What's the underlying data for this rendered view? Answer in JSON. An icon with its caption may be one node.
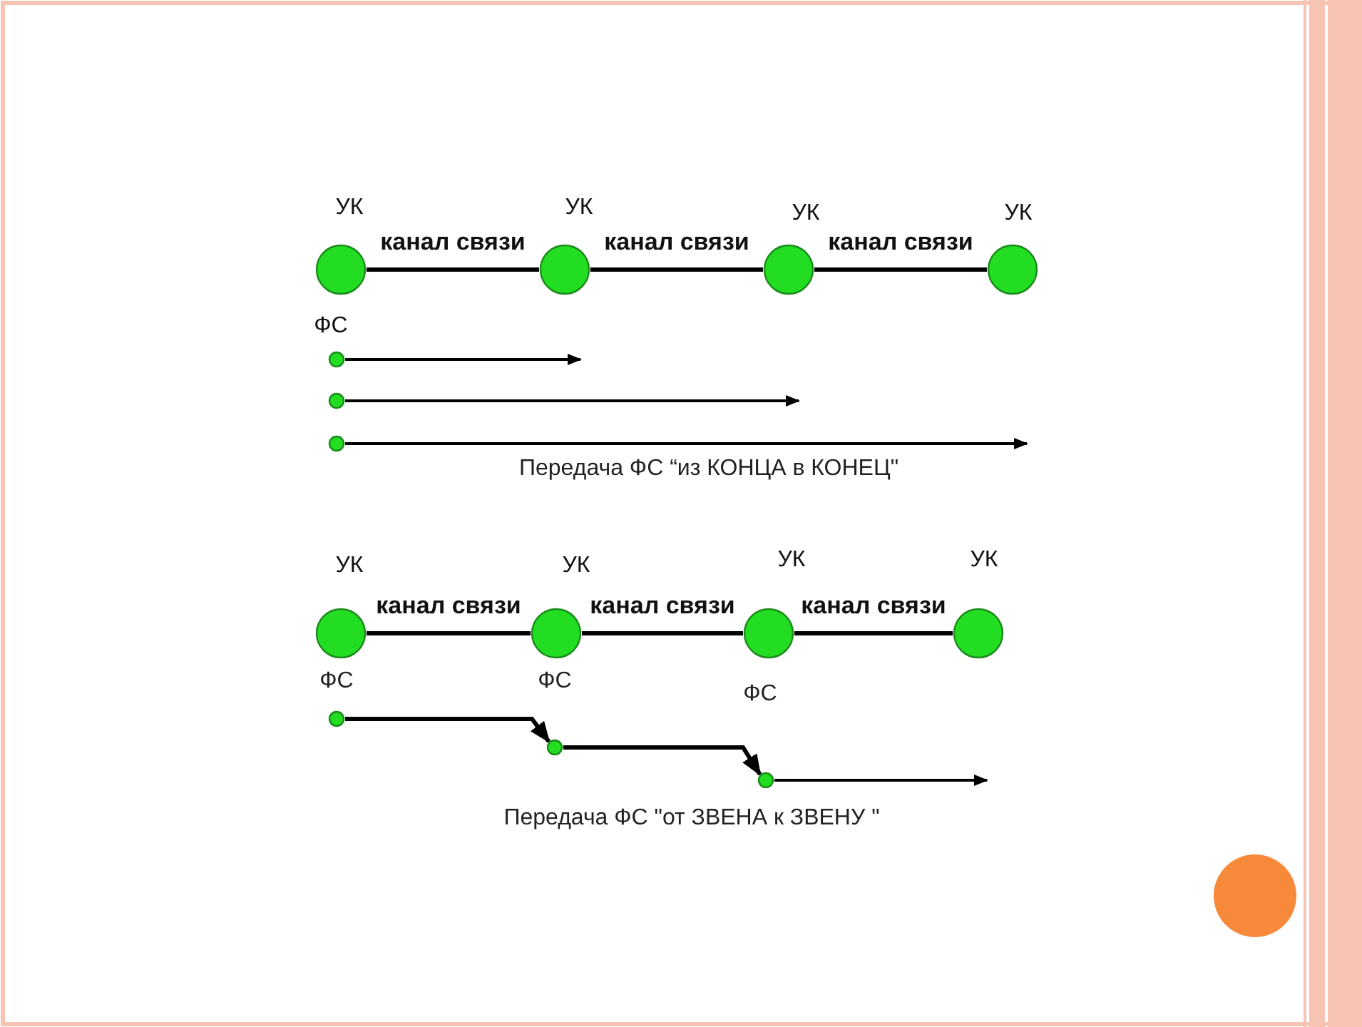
{
  "diagram": {
    "nodes": [
      {
        "text": [
          "УК"
        ]
      },
      {
        "text": [
          "УК"
        ]
      },
      {
        "text": [
          "УК"
        ]
      },
      {
        "text": [
          "УК"
        ]
      },
      {
        "text": [
          "ФС"
        ]
      },
      {
        "text": [],
        "shape": "circle"
      },
      {
        "text": [],
        "shape": "circle"
      },
      {
        "text": [
          "УК"
        ]
      },
      {
        "text": [
          "УК"
        ]
      },
      {
        "text": [
          "УК"
        ]
      },
      {
        "text": [
          "УК"
        ]
      },
      {
        "text": [],
        "shape": "circle"
      },
      {
        "text": [],
        "shape": "circle"
      },
      {
        "text": [],
        "shape": "circle"
      }
    ],
    "edges": [
      {
        "from": 0,
        "to": 1,
        "arrow": "none",
        "label": "канал связи"
      },
      {
        "from": 1,
        "to": 2,
        "arrow": "none",
        "label": "канал связи"
      },
      {
        "from": 2,
        "to": 3,
        "arrow": "none",
        "label": "канал связи"
      },
      {
        "from": 4,
        "to": null,
        "arrow": "to"
      },
      {
        "from": 5,
        "to": null,
        "arrow": "to"
      },
      {
        "from": 6,
        "to": null,
        "arrow": "to"
      },
      {
        "from": 7,
        "to": 8,
        "arrow": "none",
        "label": "канал связи"
      },
      {
        "from": 8,
        "to": 9,
        "arrow": "none",
        "label": "канал связи"
      },
      {
        "from": 9,
        "to": 10,
        "arrow": "none",
        "label": "канал связи"
      },
      {
        "from": 11,
        "to": 12,
        "arrow": "to"
      },
      {
        "from": 12,
        "to": 13,
        "arrow": "to"
      },
      {
        "from": 13,
        "to": null,
        "arrow": "to"
      }
    ],
    "labels": [
      "Передача ФС “из КОНЦА в КОНЕЦ\"",
      "ФС",
      "ФС",
      "ФС",
      "Передача ФС \"от ЗВЕНА к ЗВЕНУ \""
    ]
  }
}
